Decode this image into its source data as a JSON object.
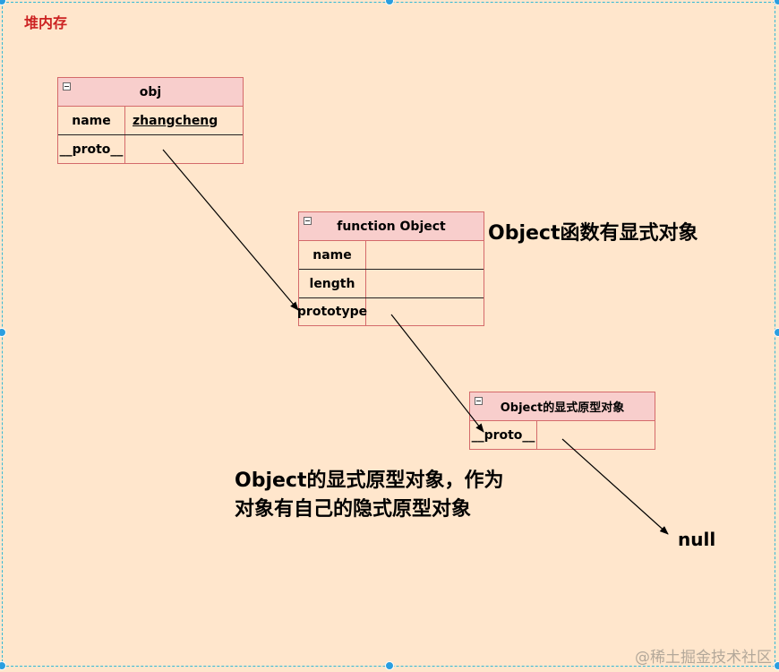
{
  "heap_label": "堆内存",
  "obj_table": {
    "title": "obj",
    "rows": [
      {
        "key": "name",
        "value": "zhangcheng"
      },
      {
        "key": "__proto__",
        "value": ""
      }
    ]
  },
  "function_table": {
    "title": "function Object",
    "rows": [
      {
        "key": "name",
        "value": ""
      },
      {
        "key": "length",
        "value": ""
      },
      {
        "key": "prototype",
        "value": ""
      }
    ]
  },
  "prototype_table": {
    "title": "Object的显式原型对象",
    "rows": [
      {
        "key": "__proto__",
        "value": ""
      }
    ]
  },
  "annotations": {
    "function_note": "Object函数有显式对象",
    "prototype_note_line1": "Object的显式原型对象，作为",
    "prototype_note_line2": "对象有自己的隐式原型对象",
    "null_label": "null"
  },
  "watermark": "@稀土掘金技术社区",
  "colors": {
    "background": "#ffe6cc",
    "header_fill": "#f8cecc",
    "table_border": "#d46a6a",
    "frame_border": "#33b8d6",
    "heap_label": "#cc2222"
  }
}
